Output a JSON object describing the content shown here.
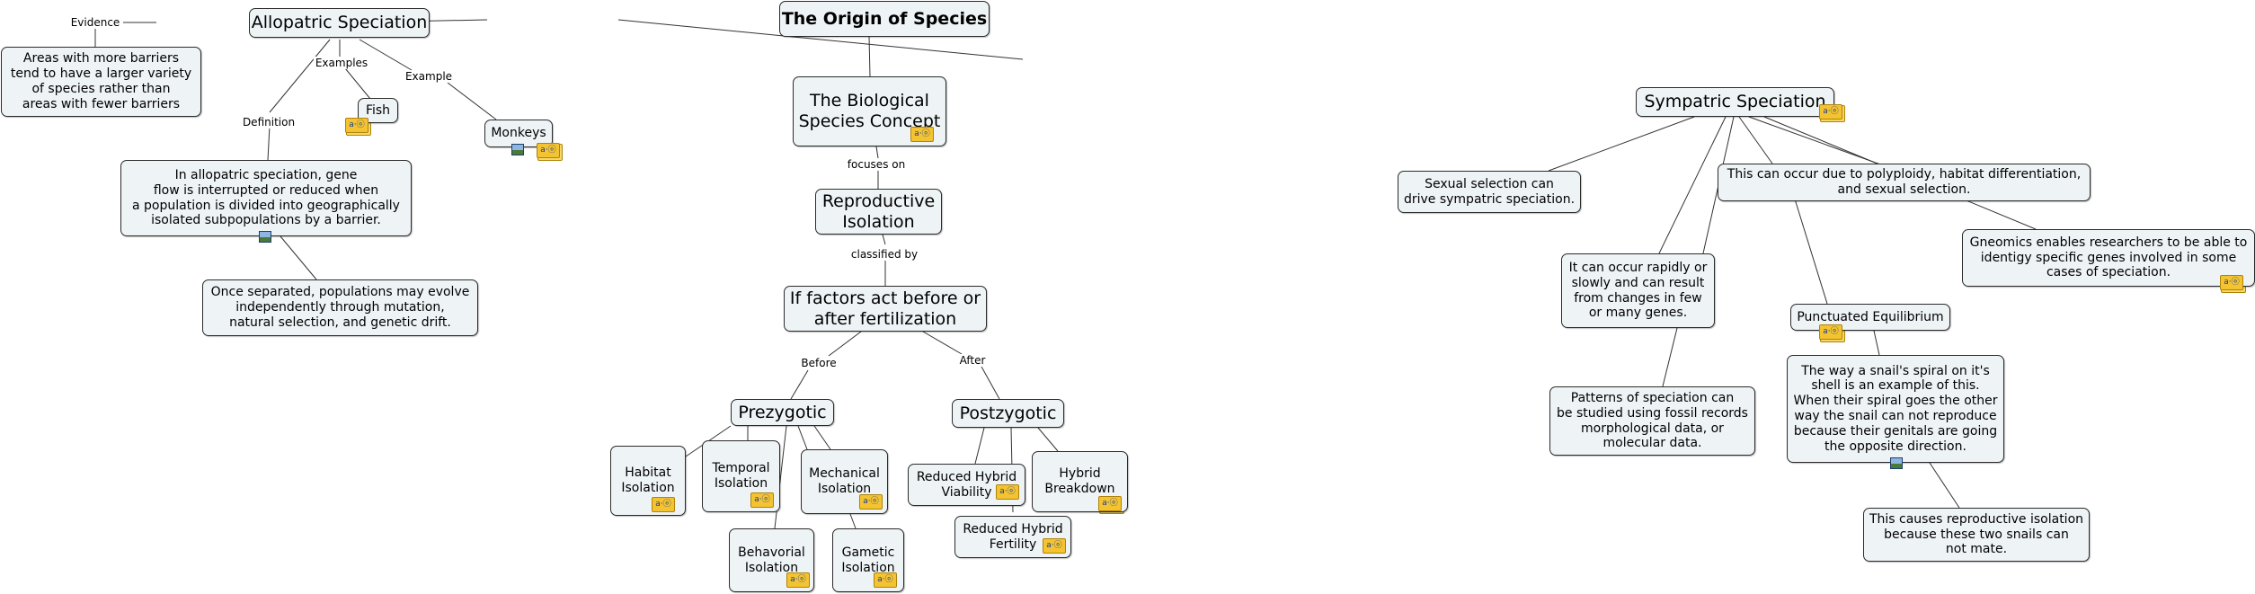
{
  "title": "The Origin of Species",
  "nodes": {
    "origin": "The Origin of Species",
    "allopatric": "Allopatric Speciation",
    "evidence_text": "Areas with more barriers\ntend to have a larger variety\nof species rather than\nareas with fewer barriers",
    "fish": "Fish",
    "monkeys": "Monkeys",
    "allo_def": "In allopatric speciation, gene\nflow is interrupted or reduced when\na population is divided into geographically\nisolated subpopulations by a barrier.",
    "separated": "Once separated, populations may evolve\nindependently through mutation,\nnatural selection, and genetic drift.",
    "bsc": "The Biological\nSpecies Concept",
    "repro": "Reproductive\nIsolation",
    "factors": "If factors act before or\nafter fertilization",
    "prezygotic": "Prezygotic",
    "postzygotic": "Postzygotic",
    "habitat": "Habitat\nIsolation",
    "temporal": "Temporal\nIsolation",
    "mechanical": "Mechanical\nIsolation",
    "behavorial": "Behavorial\nIsolation",
    "gametic": "Gametic\nIsolation",
    "hybrid_viability": "Reduced Hybrid\nViability",
    "hybrid_breakdown": "Hybrid\nBreakdown",
    "hybrid_fertility": "Reduced Hybrid\nFertility",
    "sympatric": "Sympatric Speciation",
    "sexual_selection": "Sexual selection can\ndrive sympatric speciation.",
    "polyploidy": "This can occur due to polyploidy, habitat differentiation,\nand sexual selection.",
    "genomics": "Gneomics enables researchers to be able to\nidentigy specific genes involved in some\ncases of speciation.",
    "rapidly": "It can occur rapidly or\nslowly and can result\nfrom changes in few\nor many genes.",
    "patterns": "Patterns of speciation can\nbe studied using fossil records\nmorphological data, or\nmolecular data.",
    "punctuated": "Punctuated Equilibrium",
    "snail": "The way a snail's spiral on it's\nshell is an example of this.\nWhen their spiral goes the other\nway the snail can not reproduce\nbecause their genitals are going\nthe opposite direction.",
    "snail_mate": "This causes reproductive isolation\nbecause these two snails can\nnot mate."
  },
  "link_labels": {
    "evidence": "Evidence",
    "examples": "Examples",
    "example": "Example",
    "definition": "Definition",
    "focuses_on": "focuses on",
    "classified_by": "classified by",
    "before": "Before",
    "after": "After"
  },
  "colors": {
    "node_fill": "#eef3f6",
    "node_border": "#2b2b2b",
    "resource_icon": "#f3c331"
  },
  "icons": [
    "resource-folder-icon",
    "image-icon"
  ]
}
